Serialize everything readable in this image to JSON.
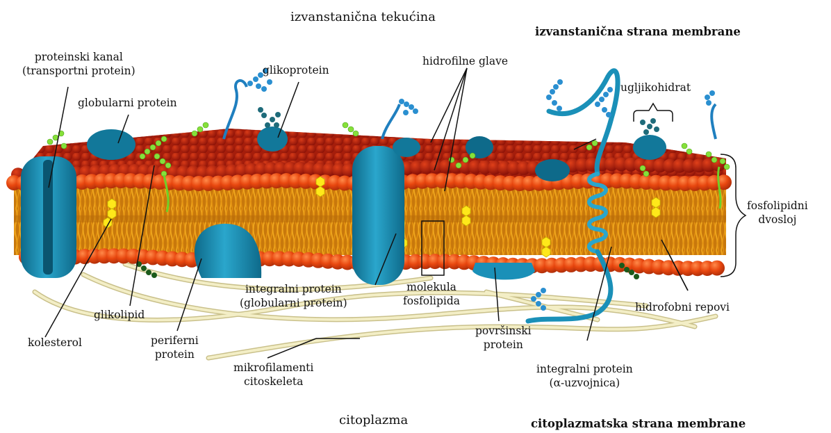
{
  "regions": {
    "top": "izvanstanična tekućina",
    "bottom": "citoplazma",
    "outer_side": "izvanstanična strana membrane",
    "inner_side": "citoplazmatska strana membrane"
  },
  "labels": {
    "protein_channel_1": "proteinski kanal",
    "protein_channel_2": "(transportni protein)",
    "globular_protein": "globularni protein",
    "glycoprotein": "glikoprotein",
    "hydrophilic_heads": "hidrofilne glave",
    "carbohydrate": "ugljikohidrat",
    "bilayer_1": "fosfolipidni",
    "bilayer_2": "dvosloj",
    "hydrophobic_tails": "hidrofobni repovi",
    "integral_alpha_1": "integralni protein",
    "integral_alpha_2": "(α-uzvojnica)",
    "surface_protein_1": "površinski",
    "surface_protein_2": "protein",
    "phospholipid_molecule_1": "molekula",
    "phospholipid_molecule_2": "fosfolipida",
    "integral_globular_1": "integralni protein",
    "integral_globular_2": "(globularni protein)",
    "microfilaments_1": "mikrofilamenti",
    "microfilaments_2": "citoskeleta",
    "peripheral_protein_1": "periferni",
    "peripheral_protein_2": "protein",
    "glycolipid": "glikolipid",
    "cholesterol": "kolesterol"
  },
  "colors": {
    "head_front": "#e8470f",
    "head_top": "#c8260a",
    "head_back": "#8a1208",
    "tail": "#f0a81e",
    "protein": "#1a90b8",
    "protein_dark": "#0e6a8a",
    "cholesterol": "#ffe81a",
    "glycolipid_chain": "#86e03a",
    "carbohydrate_blue": "#2a8fd0",
    "cytoskeleton": "#efe8b8"
  }
}
